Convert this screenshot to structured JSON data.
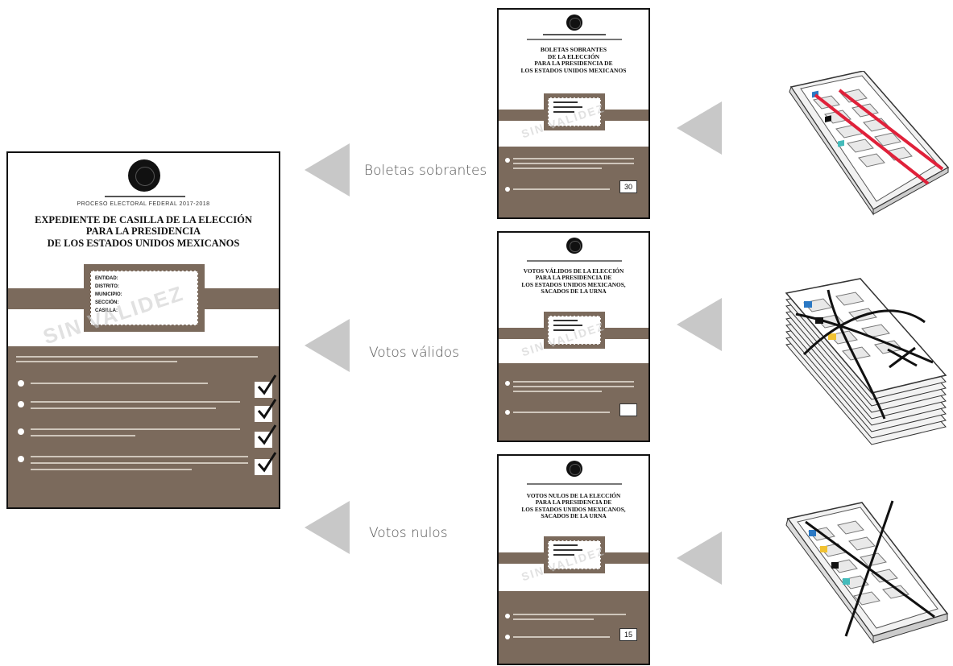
{
  "main_envelope": {
    "process": "PROCESO ELECTORAL FEDERAL 2017-2018",
    "title_lines": [
      "EXPEDIENTE DE CASILLA DE LA ELECCIÓN",
      "PARA LA PRESIDENCIA",
      "DE LOS ESTADOS UNIDOS MEXICANOS"
    ],
    "fields": [
      "ENTIDAD:",
      "DISTRITO:",
      "MUNICIPIO:",
      "SECCIÓN:",
      "CASILLA:"
    ],
    "watermark": "SIN VALIDEZ"
  },
  "categories": [
    {
      "label": "Boletas sobrantes"
    },
    {
      "label": "Votos válidos"
    },
    {
      "label": "Votos nulos"
    }
  ],
  "envelopes": [
    {
      "title_lines": [
        "BOLETAS SOBRANTES",
        "DE LA ELECCIÓN",
        "PARA LA PRESIDENCIA DE",
        "LOS ESTADOS UNIDOS MEXICANOS"
      ],
      "count": "30"
    },
    {
      "title_lines": [
        "VOTOS VÁLIDOS DE LA ELECCIÓN",
        "PARA LA PRESIDENCIA DE",
        "LOS ESTADOS UNIDOS MEXICANOS,",
        "SACADOS DE LA URNA"
      ],
      "count": ""
    },
    {
      "title_lines": [
        "VOTOS NULOS DE LA ELECCIÓN",
        "PARA LA PRESIDENCIA DE",
        "LOS ESTADOS UNIDOS MEXICANOS,",
        "SACADOS DE LA URNA"
      ],
      "count": "15"
    }
  ],
  "colors": {
    "envelope_brown": "#7b6a5c",
    "arrow_gray": "#c8c8c8",
    "cross_red": "#e0213a"
  }
}
